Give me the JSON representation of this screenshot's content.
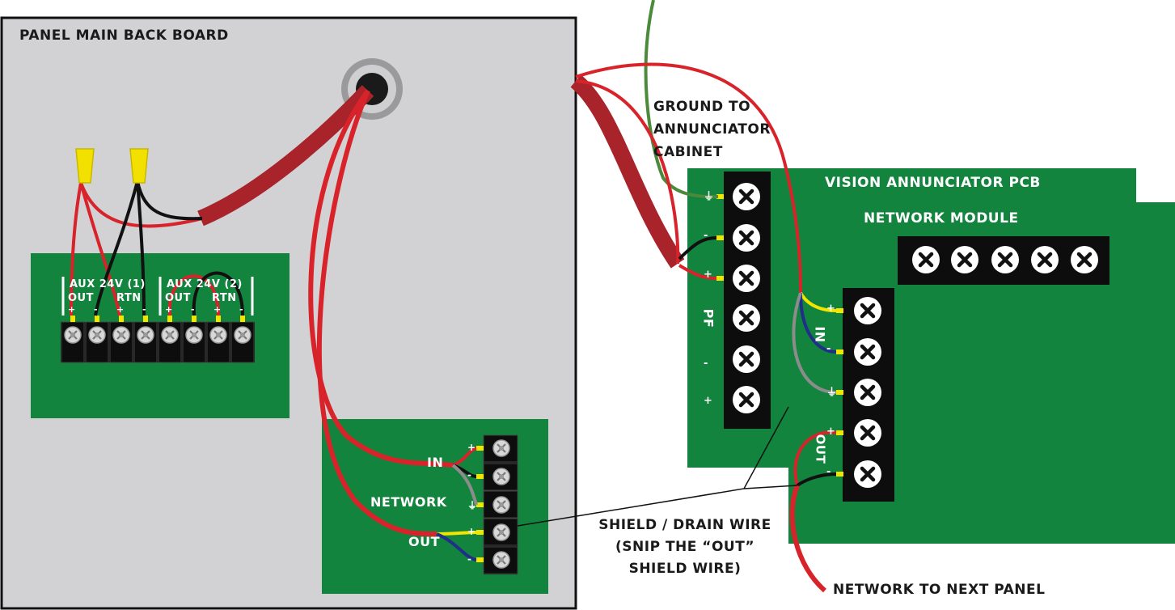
{
  "panel": {
    "title": "PANEL MAIN BACK BOARD",
    "aux1_line1": "AUX 24V (1)",
    "aux1_line2a": "OUT",
    "aux1_line2b": "RTN",
    "aux2_line1": "AUX 24V (2)",
    "aux2_line2a": "OUT",
    "aux2_line2b": "RTN",
    "aux_polarity": [
      "+",
      "-",
      "+",
      "-",
      "+",
      "-",
      "+",
      "-"
    ],
    "network_label": "NETWORK",
    "net_in": "IN",
    "net_out": "OUT",
    "net_polarity": [
      "+",
      "-",
      "⏚",
      "+",
      "-"
    ]
  },
  "annunciator": {
    "title": "VISION ANNUNCIATOR PCB",
    "module_title": "NETWORK MODULE",
    "pf_label": "PF",
    "pf_polarity": [
      "⏚",
      "-",
      "+",
      "-",
      "+"
    ],
    "in_label": "IN",
    "in_polarity": [
      "+",
      "-",
      "⏚"
    ],
    "out_label": "OUT",
    "out_polarity": [
      "+",
      "-"
    ]
  },
  "callouts": {
    "ground": [
      "GROUND TO",
      "ANNUNCIATOR",
      "CABINET"
    ],
    "shield": [
      "SHIELD / DRAIN WIRE",
      "(SNIP THE “OUT”",
      "SHIELD WIRE)"
    ],
    "next_panel": "NETWORK TO NEXT PANEL"
  },
  "colors": {
    "board": "#d2d2d4",
    "pcb": "#13843e",
    "red_wire": "#d8232a",
    "cable": "#a8232a",
    "black_wire": "#111111",
    "green_wire": "#4a8a3a",
    "yellow_wire": "#f2e600",
    "blue_wire": "#1f2f8a",
    "gray_wire": "#8c8c8c",
    "wire_nut": "#f2e000"
  }
}
